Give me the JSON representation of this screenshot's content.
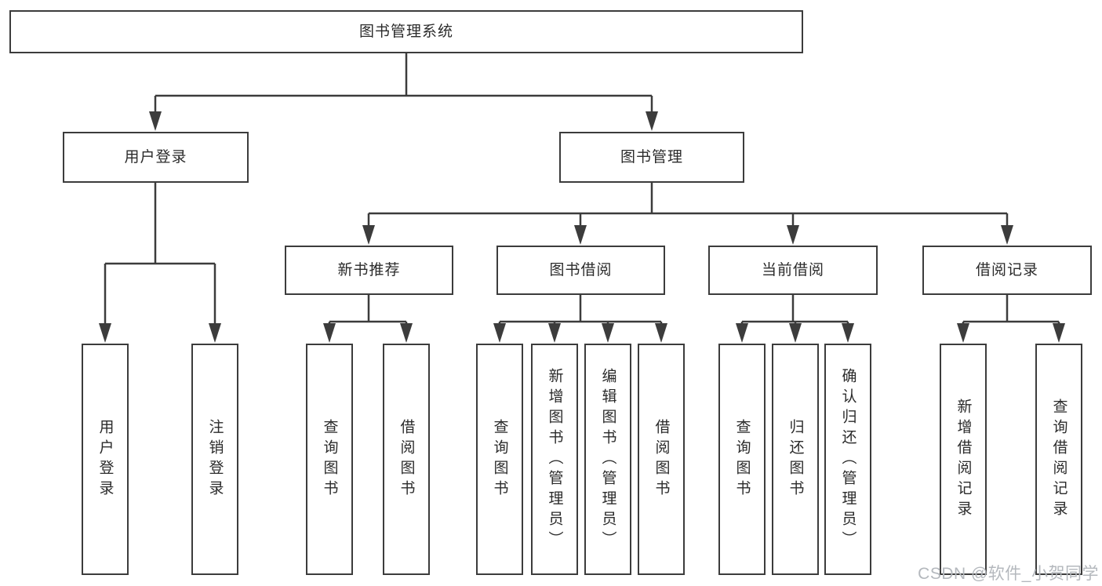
{
  "diagram": {
    "title_node": "root of functional structure chart",
    "root": {
      "label": "图书管理系统"
    },
    "level2": [
      {
        "label": "用户登录"
      },
      {
        "label": "图书管理"
      }
    ],
    "level3": [
      {
        "label": "新书推荐",
        "parent": "图书管理"
      },
      {
        "label": "图书借阅",
        "parent": "图书管理"
      },
      {
        "label": "当前借阅",
        "parent": "图书管理"
      },
      {
        "label": "借阅记录",
        "parent": "图书管理"
      }
    ],
    "leaves": [
      {
        "label": "用户登录",
        "parent": "用户登录"
      },
      {
        "label": "注销登录",
        "parent": "用户登录"
      },
      {
        "label": "查询图书",
        "parent": "新书推荐"
      },
      {
        "label": "借阅图书",
        "parent": "新书推荐"
      },
      {
        "label": "查询图书",
        "parent": "图书借阅"
      },
      {
        "label": "新增图书（管理员）",
        "parent": "图书借阅"
      },
      {
        "label": "编辑图书（管理员）",
        "parent": "图书借阅"
      },
      {
        "label": "借阅图书",
        "parent": "图书借阅"
      },
      {
        "label": "查询图书",
        "parent": "当前借阅"
      },
      {
        "label": "归还图书",
        "parent": "当前借阅"
      },
      {
        "label": "确认归还（管理员）",
        "parent": "当前借阅"
      },
      {
        "label": "新增借阅记录",
        "parent": "借阅记录"
      },
      {
        "label": "查询借阅记录",
        "parent": "借阅记录"
      }
    ]
  },
  "watermark": {
    "text": "CSDN @软件_小贺同学"
  },
  "colors": {
    "box_border": "#3c3c3c",
    "connector_line": "#3c3c3c",
    "text": "#2b2b2b",
    "background": "#ffffff",
    "watermark": "#b4b8bd"
  }
}
